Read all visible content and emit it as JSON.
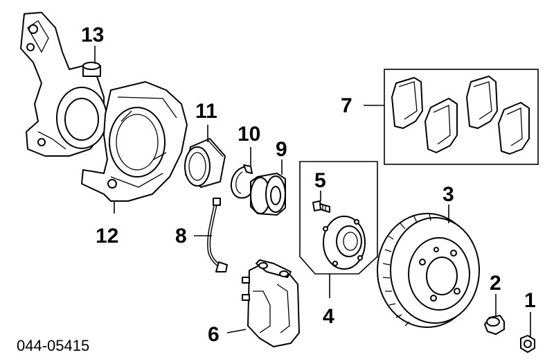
{
  "diagram": {
    "reference_code": "044-05415",
    "callouts": [
      {
        "id": "1",
        "label": "1"
      },
      {
        "id": "2",
        "label": "2"
      },
      {
        "id": "3",
        "label": "3"
      },
      {
        "id": "4",
        "label": "4"
      },
      {
        "id": "5",
        "label": "5"
      },
      {
        "id": "6",
        "label": "6"
      },
      {
        "id": "7",
        "label": "7"
      },
      {
        "id": "8",
        "label": "8"
      },
      {
        "id": "9",
        "label": "9"
      },
      {
        "id": "10",
        "label": "10"
      },
      {
        "id": "11",
        "label": "11"
      },
      {
        "id": "12",
        "label": "12"
      },
      {
        "id": "13",
        "label": "13"
      }
    ],
    "parts": [
      {
        "callout": "1",
        "icon": "lug-nut-icon"
      },
      {
        "callout": "2",
        "icon": "sleeve-nut-icon"
      },
      {
        "callout": "3",
        "icon": "brake-disc-icon"
      },
      {
        "callout": "4",
        "icon": "wheel-hub-icon"
      },
      {
        "callout": "5",
        "icon": "hub-bolt-icon"
      },
      {
        "callout": "6",
        "icon": "brake-caliper-icon"
      },
      {
        "callout": "7",
        "icon": "brake-pads-icon"
      },
      {
        "callout": "8",
        "icon": "brake-hose-icon"
      },
      {
        "callout": "9",
        "icon": "wheel-bearing-icon"
      },
      {
        "callout": "10",
        "icon": "snap-ring-icon"
      },
      {
        "callout": "11",
        "icon": "oil-seal-icon"
      },
      {
        "callout": "12",
        "icon": "dust-shield-icon"
      },
      {
        "callout": "13",
        "icon": "steering-knuckle-icon"
      }
    ]
  }
}
